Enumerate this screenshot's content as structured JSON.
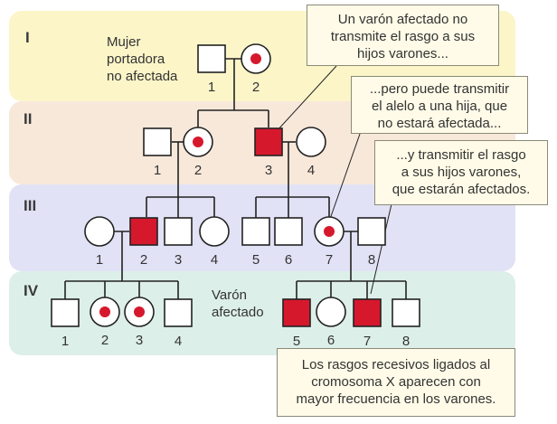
{
  "colors": {
    "gen_I": "#fbf5c8",
    "gen_II": "#f8e8da",
    "gen_III": "#e2e2f6",
    "gen_IV": "#dcefe9",
    "affected": "#d6182d",
    "carrier_dot": "#d6182d",
    "line": "#222222"
  },
  "generations": [
    {
      "id": "I",
      "label": "I"
    },
    {
      "id": "II",
      "label": "II"
    },
    {
      "id": "III",
      "label": "III"
    },
    {
      "id": "IV",
      "label": "IV"
    }
  ],
  "individuals": {
    "I-1": {
      "sex": "male",
      "status": "unaffected",
      "number": "1"
    },
    "I-2": {
      "sex": "female",
      "status": "carrier",
      "number": "2"
    },
    "II-1": {
      "sex": "male",
      "status": "unaffected",
      "number": "1"
    },
    "II-2": {
      "sex": "female",
      "status": "carrier",
      "number": "2"
    },
    "II-3": {
      "sex": "male",
      "status": "affected",
      "number": "3"
    },
    "II-4": {
      "sex": "female",
      "status": "unaffected",
      "number": "4"
    },
    "III-1": {
      "sex": "female",
      "status": "unaffected",
      "number": "1"
    },
    "III-2": {
      "sex": "male",
      "status": "affected",
      "number": "2"
    },
    "III-3": {
      "sex": "male",
      "status": "unaffected",
      "number": "3"
    },
    "III-4": {
      "sex": "female",
      "status": "unaffected",
      "number": "4"
    },
    "III-5": {
      "sex": "male",
      "status": "unaffected",
      "number": "5"
    },
    "III-6": {
      "sex": "male",
      "status": "unaffected",
      "number": "6"
    },
    "III-7": {
      "sex": "female",
      "status": "carrier",
      "number": "7"
    },
    "III-8": {
      "sex": "male",
      "status": "unaffected",
      "number": "8"
    },
    "IV-1": {
      "sex": "male",
      "status": "unaffected",
      "number": "1"
    },
    "IV-2": {
      "sex": "female",
      "status": "carrier",
      "number": "2"
    },
    "IV-3": {
      "sex": "female",
      "status": "carrier",
      "number": "3"
    },
    "IV-4": {
      "sex": "male",
      "status": "unaffected",
      "number": "4"
    },
    "IV-5": {
      "sex": "male",
      "status": "affected",
      "number": "5"
    },
    "IV-6": {
      "sex": "female",
      "status": "unaffected",
      "number": "6"
    },
    "IV-7": {
      "sex": "male",
      "status": "affected",
      "number": "7"
    },
    "IV-8": {
      "sex": "male",
      "status": "unaffected",
      "number": "8"
    }
  },
  "notes": {
    "carrier": [
      "Mujer",
      "portadora",
      "no afectada"
    ],
    "affected_male": [
      "Varón",
      "afectado"
    ]
  },
  "callouts": {
    "c1": [
      "Un varón afectado no",
      "transmite el rasgo a sus",
      "hijos varones..."
    ],
    "c2": [
      "...pero puede transmitir",
      "el alelo a una hija, que",
      "no estará afectada..."
    ],
    "c3": [
      "...y transmitir el rasgo",
      "a sus hijos varones,",
      "que estarán afectados."
    ],
    "c4": [
      "Los rasgos recesivos ligados al",
      "cromosoma X aparecen con",
      "mayor frecuencia en los varones."
    ]
  }
}
